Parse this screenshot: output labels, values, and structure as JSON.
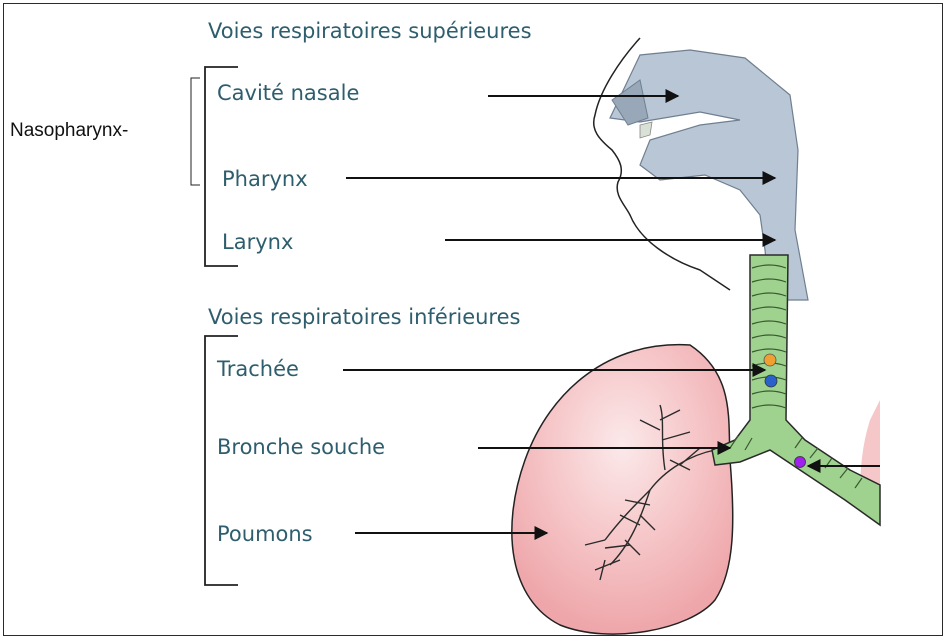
{
  "diagram": {
    "upper_header": "Voies respiratoires supérieures",
    "lower_header": "Voies respiratoires inférieures",
    "side_label": "Nasopharynx-",
    "labels": {
      "cavite_nasale": "Cavité nasale",
      "pharynx": "Pharynx",
      "larynx": "Larynx",
      "trachee": "Trachée",
      "bronche_souche": "Bronche souche",
      "poumons": "Poumons"
    },
    "colors": {
      "label_text": "#2e5e6e",
      "upper_airway": "#b9c6d6",
      "trachea": "#9fd28f",
      "lung": "#f4b9bb",
      "marker_orange": "#f0a030",
      "marker_blue": "#2a62c9",
      "marker_purple": "#a020f0"
    }
  }
}
